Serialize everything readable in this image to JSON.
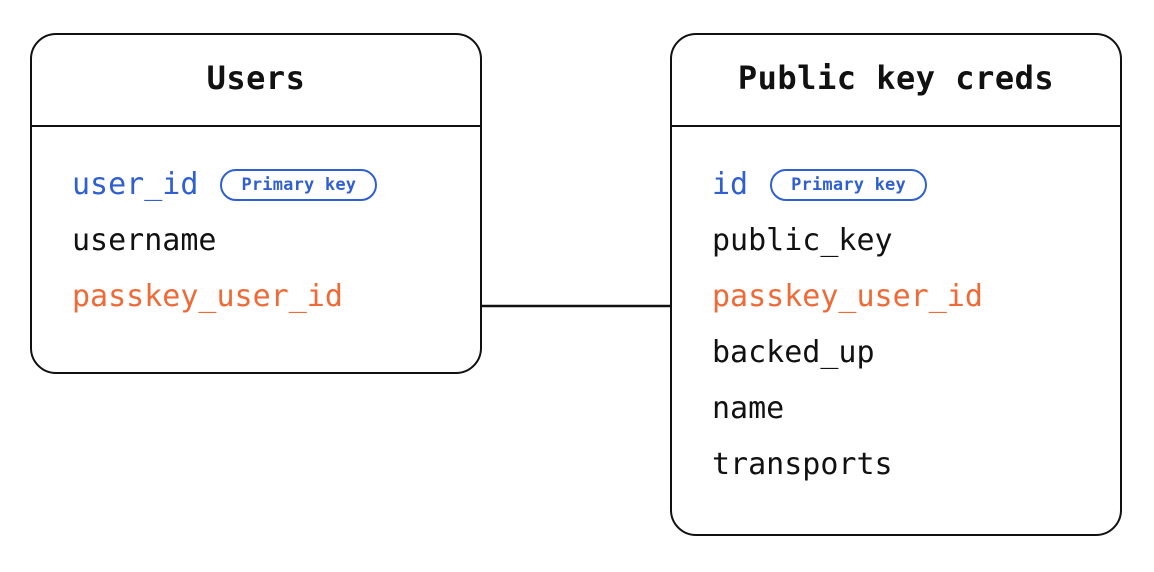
{
  "diagram": {
    "type": "entity-relationship-diagram",
    "background_color": "#ffffff",
    "colors": {
      "stroke": "#111111",
      "primary_key": "#2f5fd0",
      "foreign_key": "#ee6a37",
      "text": "#111111"
    },
    "entities": [
      {
        "id": "users",
        "title": "Users",
        "fields": [
          {
            "name": "user_id",
            "role": "key",
            "badge": "Primary key"
          },
          {
            "name": "username",
            "role": "plain",
            "badge": null
          },
          {
            "name": "passkey_user_id",
            "role": "fk",
            "badge": null
          }
        ]
      },
      {
        "id": "public-key-creds",
        "title": "Public key creds",
        "fields": [
          {
            "name": "id",
            "role": "key",
            "badge": "Primary key"
          },
          {
            "name": "public_key",
            "role": "plain",
            "badge": null
          },
          {
            "name": "passkey_user_id",
            "role": "fk",
            "badge": null
          },
          {
            "name": "backed_up",
            "role": "plain",
            "badge": null
          },
          {
            "name": "name",
            "role": "plain",
            "badge": null
          },
          {
            "name": "transports",
            "role": "plain",
            "badge": null
          }
        ]
      }
    ],
    "relationship": {
      "from_entity": "users",
      "from_field": "passkey_user_id",
      "to_entity": "public-key-creds",
      "to_field": "passkey_user_id",
      "line_color": "#111111"
    }
  }
}
